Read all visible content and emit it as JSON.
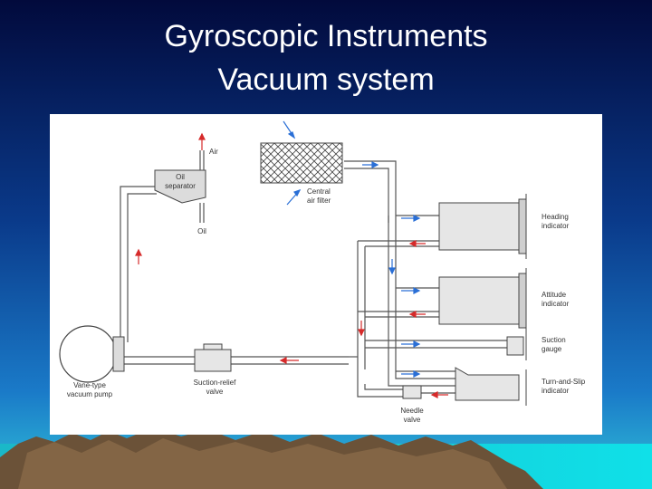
{
  "slide": {
    "title_line1": "Gyroscopic Instruments",
    "title_line2": "Vacuum system"
  },
  "diagram": {
    "labels": {
      "air": "Air",
      "oil_separator_1": "Oil",
      "oil_separator_2": "separator",
      "oil": "Oil",
      "central_filter_1": "Central",
      "central_filter_2": "air filter",
      "heading_1": "Heading",
      "heading_2": "indicator",
      "attitude_1": "Attitude",
      "attitude_2": "indicator",
      "suction_gauge_1": "Suction",
      "suction_gauge_2": "gauge",
      "turn_slip_1": "Turn-and-Slip",
      "turn_slip_2": "indicator",
      "pump_1": "Vane-type",
      "pump_2": "vacuum pump",
      "relief_1": "Suction-relief",
      "relief_2": "valve",
      "needle_1": "Needle",
      "needle_2": "valve"
    },
    "colors": {
      "flow_in": "#2a6fd6",
      "flow_out": "#d62a2a",
      "pipe": "#555555"
    }
  }
}
